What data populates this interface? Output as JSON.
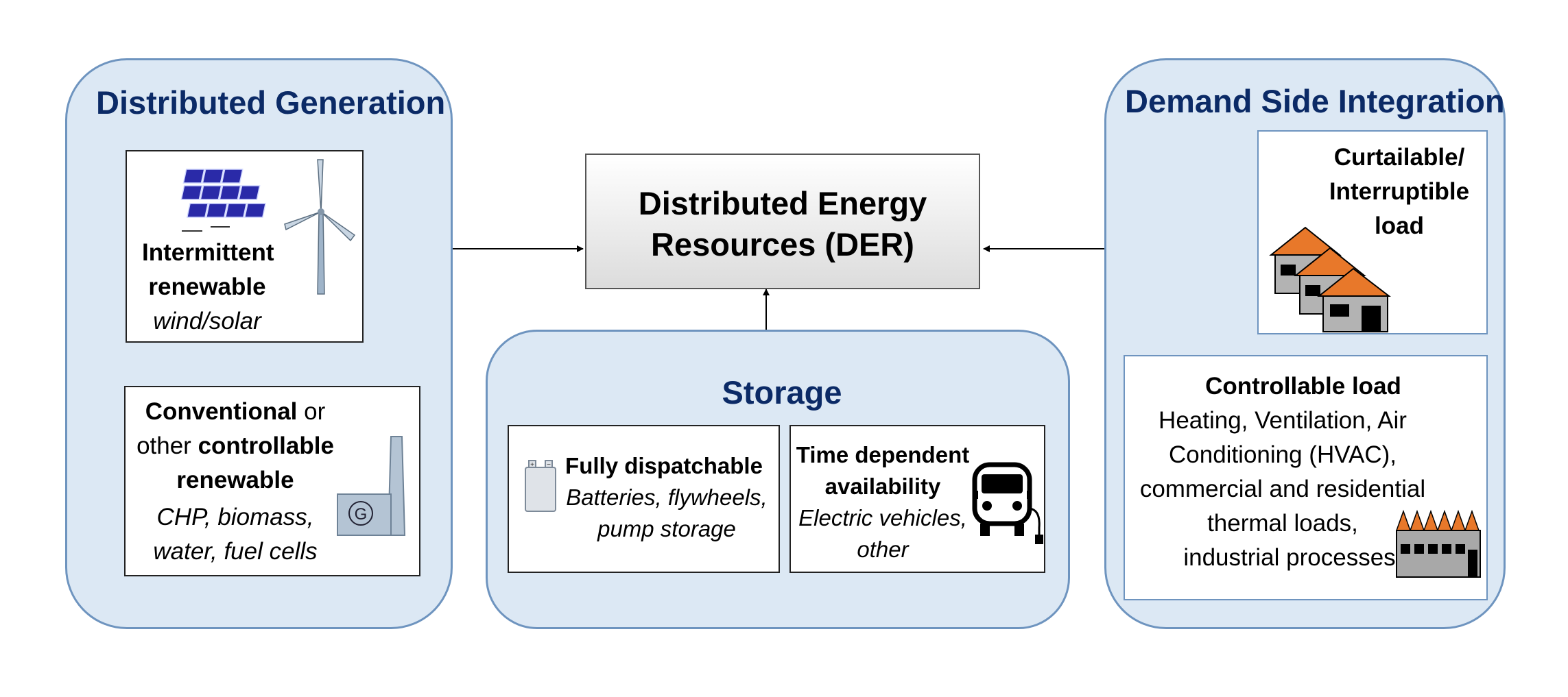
{
  "der": {
    "title_line1": "Distributed Energy",
    "title_line2": "Resources (DER)"
  },
  "distributed_generation": {
    "title": "Distributed Generation",
    "intermittent": {
      "line1": "Intermittent",
      "line2": "renewable",
      "detail": "wind/solar"
    },
    "conventional": {
      "word1": "Conventional",
      "word2": " or",
      "line2a": "other ",
      "line2b": "controllable",
      "line3": "renewable",
      "detail1": "CHP, biomass,",
      "detail2": "water, fuel cells",
      "generator_symbol": "G"
    }
  },
  "storage": {
    "title": "Storage",
    "fully": {
      "title": "Fully dispatchable",
      "detail1": "Batteries, flywheels,",
      "detail2": "pump storage"
    },
    "time": {
      "title1": "Time dependent",
      "title2": "availability",
      "detail1": "Electric vehicles,",
      "detail2": "other"
    }
  },
  "demand_side": {
    "title": "Demand Side Integration",
    "curtailable": {
      "line1": "Curtailable/",
      "line2": "Interruptible",
      "line3": "load"
    },
    "controllable": {
      "title": "Controllable load",
      "line1": "Heating, Ventilation, Air",
      "line2": "Conditioning (HVAC),",
      "line3": "commercial and residential",
      "line4": "thermal loads,",
      "line5": "industrial processes"
    }
  },
  "icons": {
    "solar": "solar-panels-icon",
    "wind": "wind-turbine-icon",
    "plant": "power-plant-icon",
    "battery": "battery-icon",
    "car": "electric-vehicle-icon",
    "houses": "houses-icon",
    "factory": "factory-icon"
  },
  "colors": {
    "panel_fill": "#dce8f4",
    "panel_border": "#6e94bf",
    "title": "#0b2a66",
    "roof": "#e8782a",
    "solar": "#2a2aa8"
  }
}
